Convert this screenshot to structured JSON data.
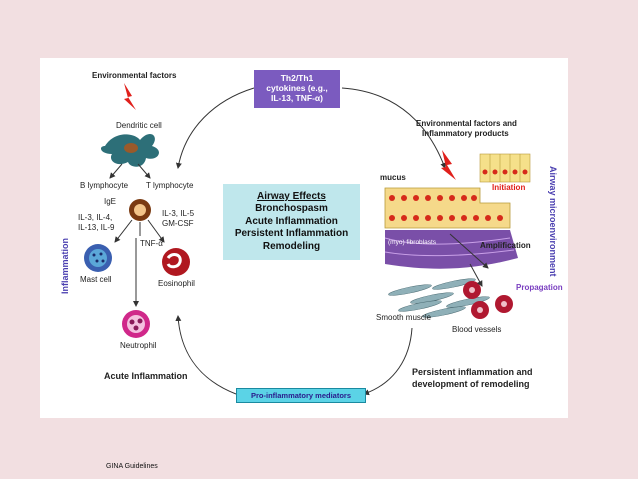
{
  "diagram": {
    "th_box": {
      "line1": "Th2/Th1",
      "line2": "cytokines (e.g.,",
      "line3": "IL-13, TNF-α)"
    },
    "effects": {
      "title": "Airway Effects",
      "items": [
        "Bronchospasm",
        "Acute Inflammation",
        "Persistent Inflammation",
        "Remodeling"
      ]
    },
    "pro_box": "Pro-inflammatory mediators",
    "left": {
      "environmental_factors": "Environmental factors",
      "dendritic_cell": "Dendritic cell",
      "b_lymphocyte": "B lymphocyte",
      "t_lymphocyte": "T lymphocyte",
      "ige": "IgE",
      "il_left": [
        "IL-3, IL-4,",
        "IL-13, IL-9"
      ],
      "il_right": [
        "IL-3, IL-5",
        "GM-CSF"
      ],
      "tnf": "TNF-α",
      "mast_cell": "Mast cell",
      "eosinophil": "Eosinophil",
      "neutrophil": "Neutrophil",
      "acute_inflammation": "Acute Inflammation",
      "vertical": "Inflammation"
    },
    "right": {
      "env_products": [
        "Environmental factors and",
        "Inflammatory products"
      ],
      "mucus": "mucus",
      "initiation": "Initiation",
      "myofibroblasts": "(myo) fibroblasts",
      "amplification": "Amplification",
      "propagation": "Propagation",
      "smooth_muscle": "Smooth muscle",
      "blood_vessels": "Blood vessels",
      "persistent": [
        "Persistent inflammation and",
        "development of remodeling"
      ],
      "vertical": "Airway microenvironment"
    },
    "colors": {
      "th_box": "#7b5bbf",
      "effects_box": "#bfe7ec",
      "pro_box": "#5bd3e6",
      "lightning": "#e0201c",
      "vertical_text": "#4a3fb0",
      "highlight_text": "#7a3fc0"
    }
  },
  "footer": "GINA Guidelines"
}
